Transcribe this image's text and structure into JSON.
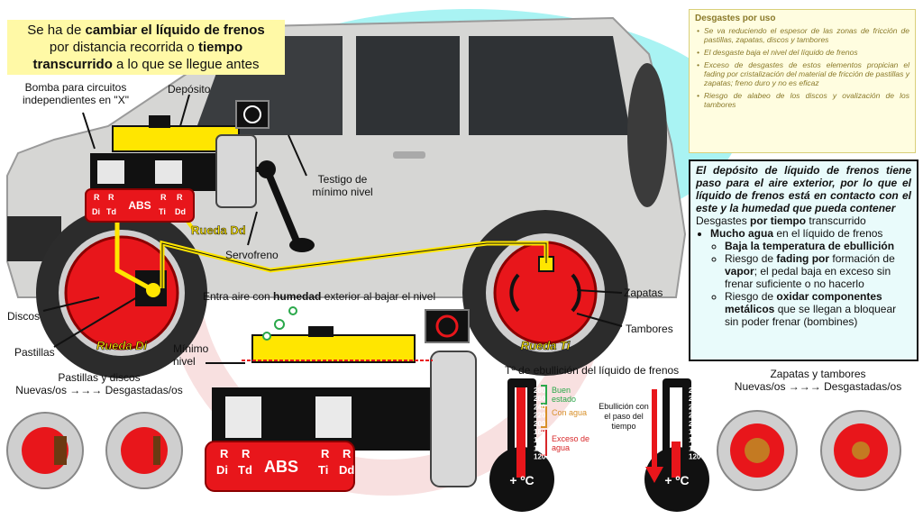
{
  "title": {
    "l1a": "Se ha de ",
    "l1b": "cambiar el líquido de frenos",
    "l2a": "por distancia recorrida o ",
    "l2b": "tiempo",
    "l3a": "transcurrido",
    "l3b": " a lo que se llegue antes"
  },
  "labels": {
    "bomba": "Bomba para circuitos independientes en \"X\"",
    "deposito": "Depósito",
    "testigo": "Testigo de mínimo nivel",
    "rueda_dd": "Rueda Dd",
    "servofreno": "Servofreno",
    "entra_aire_a": "Entra aire con ",
    "entra_aire_b": "humedad",
    "entra_aire_c": " exterior al bajar el nivel",
    "discos": "Discos",
    "pastillas": "Pastillas",
    "rueda_di": "Rueda Di",
    "rueda_ti": "Rueda Ti",
    "zapatas": "Zapatas",
    "tambores": "Tambores",
    "minimo_nivel": "Mínimo nivel",
    "abs": "ABS",
    "r": "R",
    "di": "Di",
    "td": "Td",
    "ti": "Ti",
    "dd": "Dd",
    "pastillas_discos_title": "Pastillas y discos",
    "pastillas_discos_sub": "Nuevas/os →→→ Desgastadas/os",
    "zapatas_tambores_title": "Zapatas y tambores",
    "zapatas_tambores_sub": "Nuevas/os →→→ Desgastadas/os",
    "tebullicion": "Tº de ebullición del líquido de frenos",
    "buen_estado": "Buen estado",
    "con_agua": "Con agua",
    "exceso_agua": "Exceso de agua",
    "ebullicion_tiempo": "Ebullición con el paso del tiempo",
    "plus_c": "+ ºC"
  },
  "thermo_scale": [
    "280",
    "260",
    "240",
    "220",
    "200",
    "180",
    "160",
    "140",
    "120"
  ],
  "panel_uso": {
    "heading": "Desgastes por uso",
    "items": [
      "Se va reduciendo el espesor de las zonas de fricción de pastillas, zapatas, discos y tambores",
      "El desgaste baja el nivel del líquido de frenos",
      "Exceso de desgastes de estos elementos propician el fading por cristalización del material de fricción de pastillas y zapatas; freno duro y no es eficaz",
      "Riesgo de alabeo de los discos y ovalización de los tambores"
    ]
  },
  "panel_tiempo": {
    "intro": "El depósito de líquido de frenos tiene paso para el aire exterior, por lo que el líquido de frenos está en contacto con el este y la humedad que pueda contener",
    "line_a": "Desgastes ",
    "line_b": "por tiempo",
    "line_c": " transcurrido",
    "mucho_agua_a": "Mucho agua",
    "mucho_agua_b": " en el líquido de frenos",
    "sub1": "Baja la temperatura de ebullición",
    "sub2a": "Riesgo de ",
    "sub2b": "fading por",
    "sub2c": " formación de ",
    "sub2d": "vapor",
    "sub2e": "; el pedal baja en exceso sin frenar suficiente o no hacerlo",
    "sub3a": "Riesgo de ",
    "sub3b": "oxidar componentes metálicos",
    "sub3c": " que se llegan a bloquear sin poder frenar (bombines)"
  },
  "colors": {
    "yellow": "#ffe600",
    "red": "#e8161b",
    "cyan": "#5fe3e6",
    "panel_border": "#d9cf7a"
  }
}
